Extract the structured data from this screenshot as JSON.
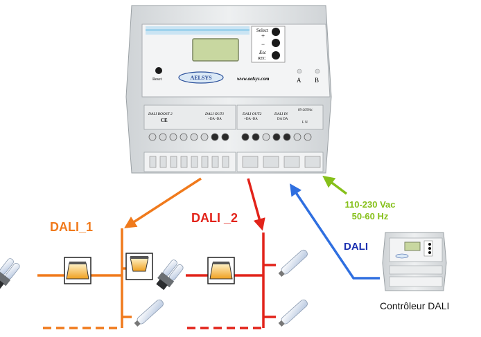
{
  "module": {
    "brand": "AELSYS",
    "website": "www.aelsys.com",
    "reset_label": "Reset",
    "select_label": "Select",
    "plus_label": "+",
    "minus_label": "−",
    "esc_label": "Esc",
    "rec_label": "REC",
    "led_a": "A",
    "led_b": "B",
    "model_label": "DALI BOOST 2",
    "out1_label": "DALI OUT1",
    "out1_pins": "+DA -DA",
    "out2_label": "DALI OUT2",
    "out2_pins": "+DA -DA",
    "in_label": "DALI IN",
    "in_pins": "DA DA",
    "power_label": "85-265Vac",
    "power_pins": "L N",
    "ce_mark": "CE"
  },
  "labels": {
    "dali1": "DALI_1",
    "dali2": "DALI _2",
    "dali": "DALI",
    "power_line1": "110-230 Vac",
    "power_line2": "50-60 Hz",
    "controller": "Contrôleur DALI"
  },
  "colors": {
    "dali1": "#f07a1c",
    "dali2": "#e2231a",
    "dali": "#2f6fe0",
    "power": "#86c01a",
    "housing": "#e6e8ea",
    "lcd": "#c8d7a0"
  },
  "icons": [
    "cfl-bulb-icon",
    "recessed-downlight-icon",
    "fluorescent-tube-icon",
    "dali-controller-icon"
  ]
}
